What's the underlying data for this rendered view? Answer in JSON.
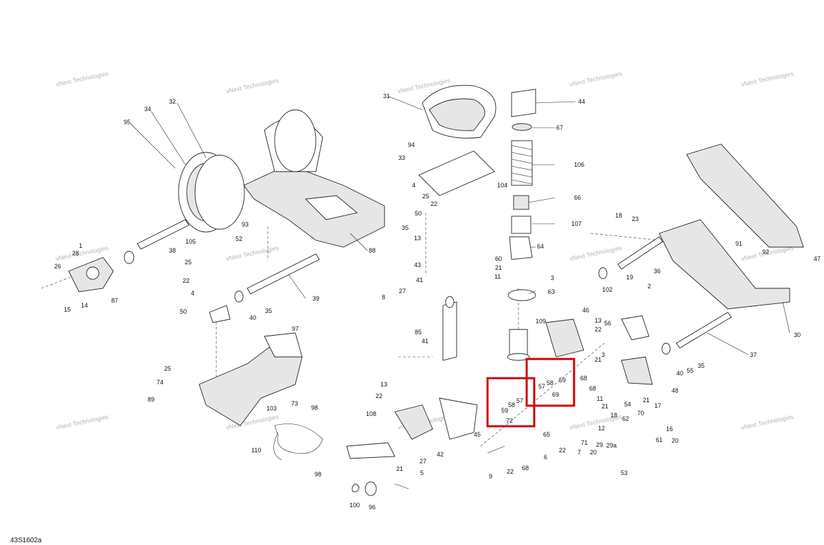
{
  "drawing_code": "43S1602a",
  "watermark_text": "vNext Technologies",
  "highlight_color": "#d00000",
  "callouts": [
    "31",
    "44",
    "32",
    "34",
    "95",
    "67",
    "94",
    "33",
    "106",
    "104",
    "4",
    "25",
    "22",
    "50",
    "35",
    "93",
    "52",
    "105",
    "38",
    "88",
    "66",
    "107",
    "18",
    "23",
    "64",
    "13",
    "8",
    "43",
    "60",
    "21",
    "11",
    "1",
    "28",
    "26",
    "14",
    "15",
    "87",
    "25",
    "22",
    "4",
    "50",
    "39",
    "40",
    "35",
    "3",
    "19",
    "2",
    "102",
    "91",
    "92",
    "47",
    "36",
    "41",
    "27",
    "63",
    "46",
    "109",
    "13",
    "22",
    "56",
    "97",
    "85",
    "41",
    "21",
    "3",
    "30",
    "37",
    "35",
    "40",
    "55",
    "48",
    "25",
    "74",
    "89",
    "13",
    "22",
    "108",
    "59",
    "57",
    "58",
    "72",
    "59",
    "57",
    "58",
    "68",
    "68",
    "69",
    "11",
    "21",
    "21",
    "54",
    "17",
    "70",
    "16",
    "62",
    "61",
    "20",
    "22",
    "6",
    "71",
    "29",
    "29a",
    "20",
    "53",
    "7",
    "18",
    "12",
    "65",
    "68",
    "22",
    "9",
    "110",
    "103",
    "73",
    "98",
    "98",
    "42",
    "45",
    "27",
    "21",
    "5",
    "100",
    "96"
  ]
}
